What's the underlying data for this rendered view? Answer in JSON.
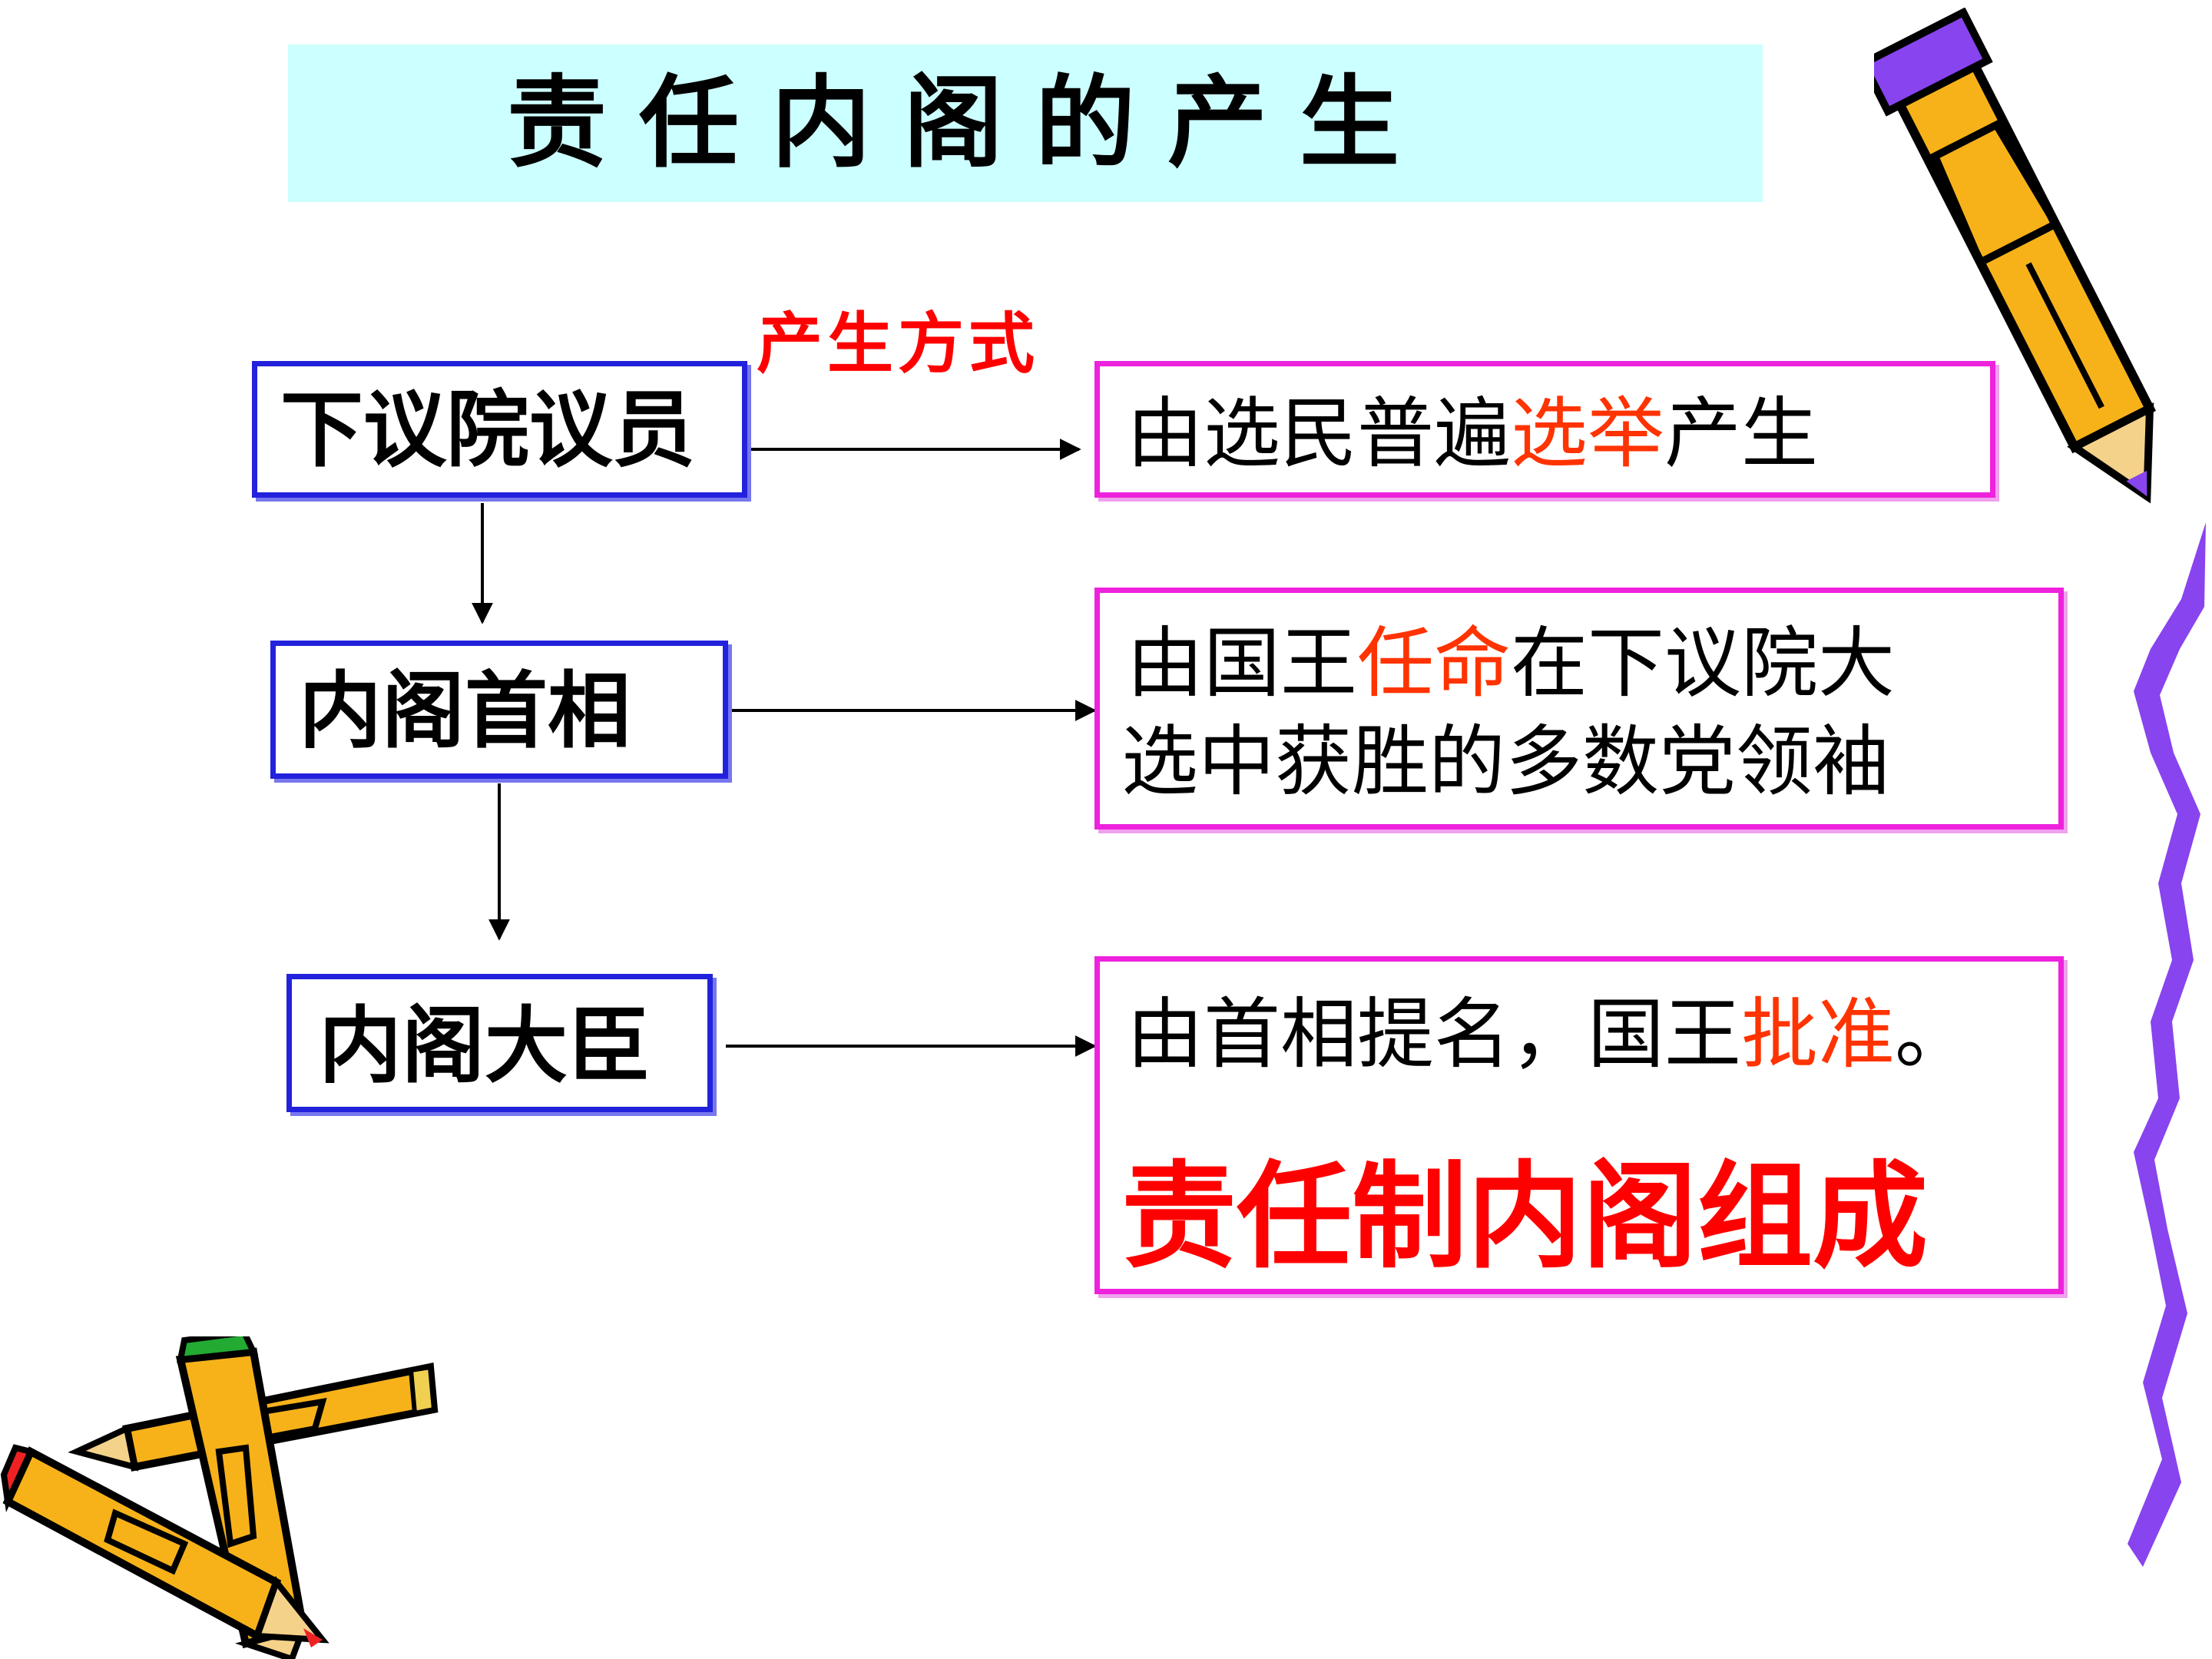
{
  "title": "责任内阁的产生",
  "method_label": "产生方式",
  "left_boxes": [
    "下议院议员",
    "内阁首相",
    "内阁大臣"
  ],
  "right_boxes": {
    "row1": {
      "pre": "由选民普遍",
      "highlight": "选举",
      "post": "产生"
    },
    "row2": {
      "line1_pre": "由国王",
      "line1_highlight": "任命",
      "line1_post": "在下议院大",
      "line2": "选中获胜的多数党领袖"
    },
    "row3": {
      "pre": "由首相提名，国王",
      "highlight": "批准",
      "post": "。"
    }
  },
  "conclusion": "责任制内阁组成",
  "icons": [
    "pencil-icon",
    "pencil-icon",
    "pencil-icon",
    "ribbon-decoration"
  ],
  "colors": {
    "title_bg": "#ccffff",
    "left_border": "#2222dd",
    "right_border": "#ee22dd",
    "highlight": "#ff3300",
    "conclusion": "#ff0000"
  }
}
